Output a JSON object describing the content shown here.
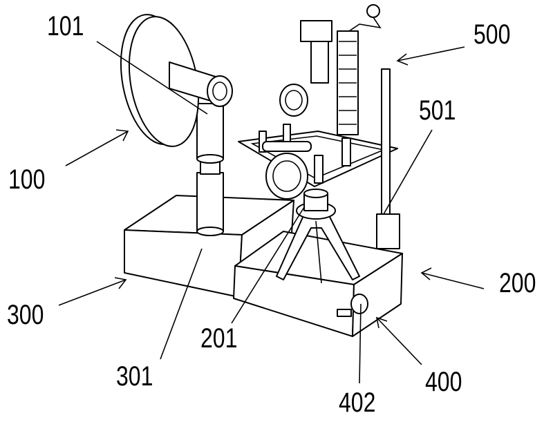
{
  "labels": {
    "l101": "101",
    "l100": "100",
    "l300": "300",
    "l301": "301",
    "l201": "201",
    "l402": "402",
    "l400": "400",
    "l200": "200",
    "l501": "501",
    "l500": "500"
  }
}
